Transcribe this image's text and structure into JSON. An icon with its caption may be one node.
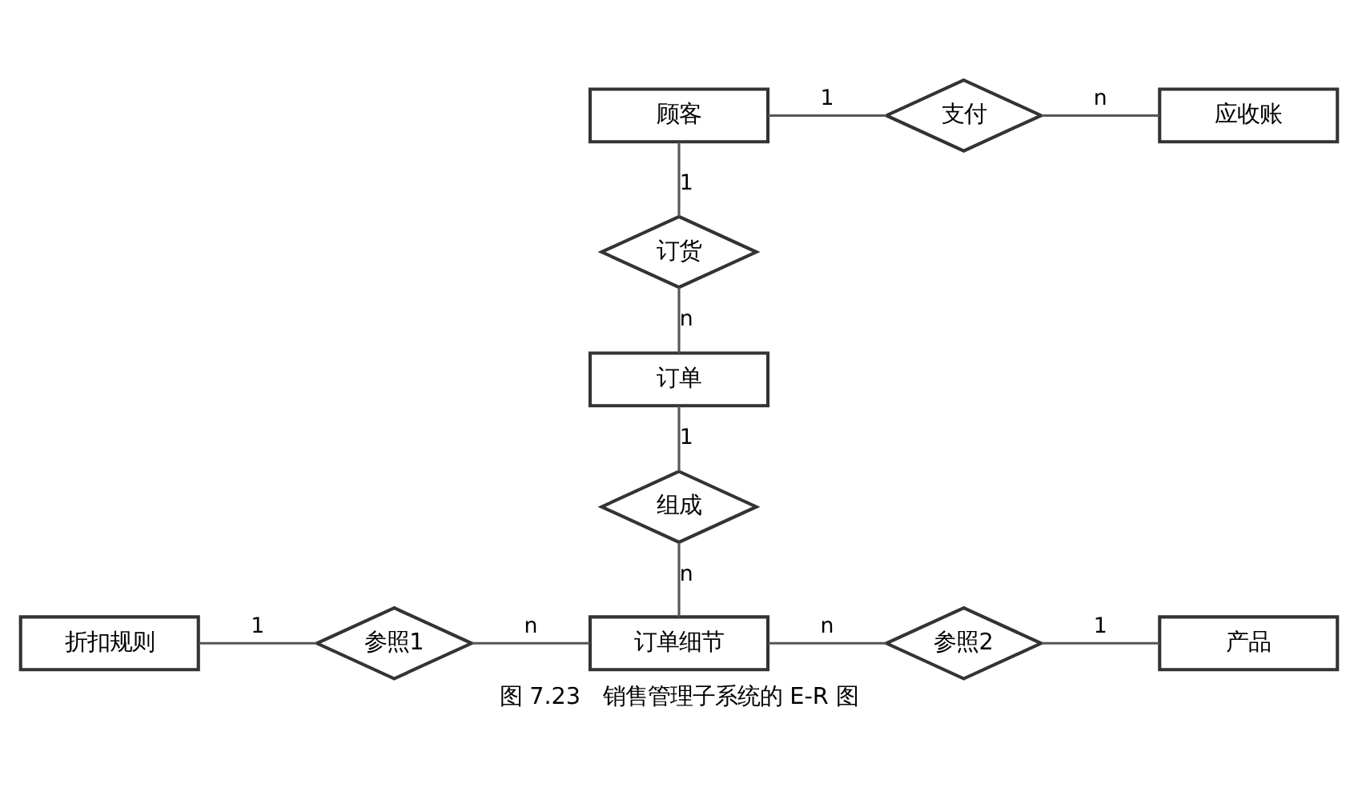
{
  "diagram": {
    "caption": "图 7.23　销售管理子系统的 E-R 图",
    "nodes": [
      {
        "text": [
          "顾客"
        ]
      },
      {
        "text": [
          "支付"
        ]
      },
      {
        "text": [
          "应收账"
        ]
      },
      {
        "text": [
          "订货"
        ]
      },
      {
        "text": [
          "订单"
        ]
      },
      {
        "text": [
          "组成"
        ]
      },
      {
        "text": [
          "折扣规则"
        ]
      },
      {
        "text": [
          "参照1"
        ]
      },
      {
        "text": [
          "订单细节"
        ]
      },
      {
        "text": [
          "参照2"
        ]
      },
      {
        "text": [
          "产品"
        ]
      }
    ],
    "edges": [
      {
        "from": 0,
        "to": 1,
        "arrow": "none",
        "label": "1"
      },
      {
        "from": 1,
        "to": 2,
        "arrow": "none",
        "label": "n"
      },
      {
        "from": 0,
        "to": 3,
        "arrow": "none",
        "label": "1"
      },
      {
        "from": 3,
        "to": 4,
        "arrow": "none",
        "label": "n"
      },
      {
        "from": 4,
        "to": 5,
        "arrow": "none",
        "label": "1"
      },
      {
        "from": 5,
        "to": 8,
        "arrow": "none",
        "label": "n"
      },
      {
        "from": 6,
        "to": 7,
        "arrow": "none",
        "label": "1"
      },
      {
        "from": 7,
        "to": 8,
        "arrow": "none",
        "label": "n"
      },
      {
        "from": 8,
        "to": 9,
        "arrow": "none",
        "label": "n"
      },
      {
        "from": 9,
        "to": 10,
        "arrow": "none",
        "label": "1"
      }
    ]
  }
}
